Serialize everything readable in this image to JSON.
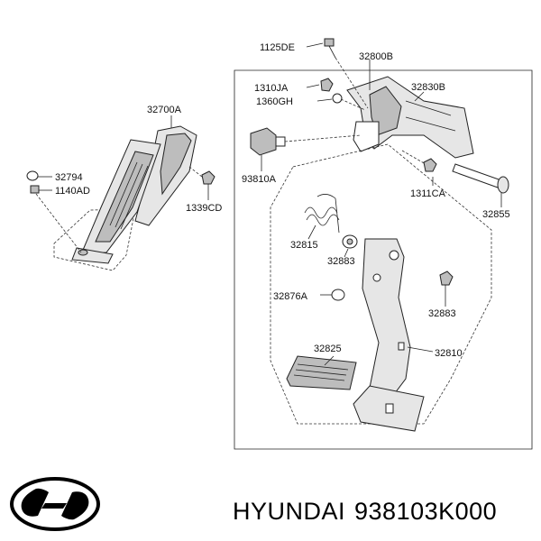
{
  "labels": {
    "l1125DE": "1125DE",
    "l32800B": "32800B",
    "l1310JA": "1310JA",
    "l1360GH": "1360GH",
    "l32830B": "32830B",
    "l32700A": "32700A",
    "l93810A": "93810A",
    "l32794": "32794",
    "l1140AD": "1140AD",
    "l1339CD": "1339CD",
    "l1311CA": "1311CA",
    "l32855": "32855",
    "l32815": "32815",
    "l32883a": "32883",
    "l32876A": "32876A",
    "l32883b": "32883",
    "l32825": "32825",
    "l32810": "32810"
  },
  "footer": {
    "brand": "HYUNDAI",
    "part_number": "938103K000",
    "logo_icon": "hyundai-logo-icon"
  }
}
